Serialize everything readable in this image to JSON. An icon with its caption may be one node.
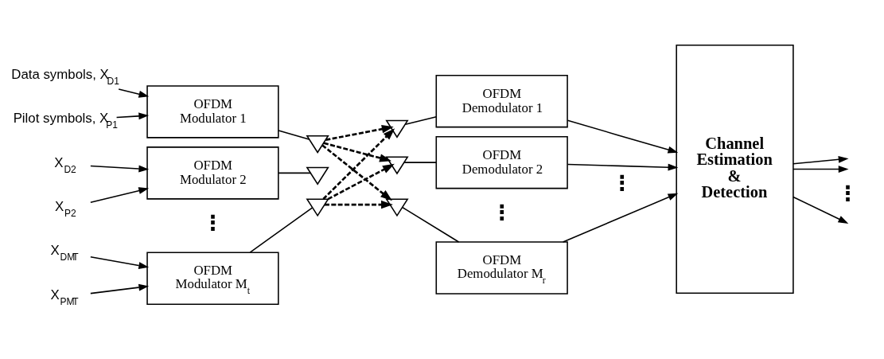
{
  "diagram": {
    "nodes": [
      {
        "text": [
          "Data symbols, X$_{D1}$"
        ]
      },
      {
        "text": [
          "Pilot symbols, X$_{P1}$"
        ]
      },
      {
        "text": [
          "OFDM Modulator 1"
        ]
      },
      {
        "text": [],
        "shape": "antenna"
      },
      {
        "text": [],
        "shape": "antenna"
      },
      {
        "text": [
          "OFDM Demodulator 1"
        ]
      },
      {
        "text": [
          "X$_{D2}$"
        ]
      },
      {
        "text": [
          "X$_{P2}$"
        ]
      },
      {
        "text": [
          "OFDM Modulator 2"
        ]
      },
      {
        "text": [],
        "shape": "antenna"
      },
      {
        "text": [],
        "shape": "antenna"
      },
      {
        "text": [
          "OFDM Demodulator 2"
        ]
      },
      {
        "text": [
          "X$_{DM}$$_{T}$"
        ]
      },
      {
        "text": [
          "X$_{PM}$$_{T}$"
        ]
      },
      {
        "text": [
          "OFDM Modulator M$_{t}$"
        ]
      },
      {
        "text": [],
        "shape": "antenna"
      },
      {
        "text": [],
        "shape": "antenna"
      },
      {
        "text": [
          "OFDM Demodulator M$_{r}$"
        ]
      },
      {
        "text": [
          "Channel Estimation & Detection"
        ]
      }
    ],
    "edges": [
      {
        "from": 0,
        "to": 2,
        "arrow": "to"
      },
      {
        "from": 1,
        "to": 2,
        "arrow": "to"
      },
      {
        "from": 2,
        "to": 3,
        "arrow": "none"
      },
      {
        "from": 6,
        "to": 8,
        "arrow": "to"
      },
      {
        "from": 7,
        "to": 8,
        "arrow": "to"
      },
      {
        "from": 8,
        "to": 9,
        "arrow": "none"
      },
      {
        "from": 12,
        "to": 14,
        "arrow": "to"
      },
      {
        "from": 13,
        "to": 14,
        "arrow": "to"
      },
      {
        "from": 14,
        "to": 15,
        "arrow": "none"
      },
      {
        "from": 3,
        "to": 4,
        "arrow": "to",
        "style": "dashed"
      },
      {
        "from": 3,
        "to": 10,
        "arrow": "to",
        "style": "dashed"
      },
      {
        "from": 3,
        "to": 16,
        "arrow": "to",
        "style": "dashed"
      },
      {
        "from": 15,
        "to": 4,
        "arrow": "to",
        "style": "dashed"
      },
      {
        "from": 15,
        "to": 10,
        "arrow": "to",
        "style": "dashed"
      },
      {
        "from": 15,
        "to": 16,
        "arrow": "to",
        "style": "dashed"
      },
      {
        "from": 4,
        "to": 5,
        "arrow": "none"
      },
      {
        "from": 10,
        "to": 11,
        "arrow": "none"
      },
      {
        "from": 16,
        "to": 17,
        "arrow": "none"
      },
      {
        "from": 5,
        "to": 18,
        "arrow": "to"
      },
      {
        "from": 11,
        "to": 18,
        "arrow": "to"
      },
      {
        "from": 17,
        "to": 18,
        "arrow": "to"
      },
      {
        "from": 18,
        "to": null,
        "arrow": "to"
      },
      {
        "from": 18,
        "to": null,
        "arrow": "to"
      },
      {
        "from": 18,
        "to": null,
        "arrow": "to"
      }
    ],
    "labels": [
      "⋮",
      "⋮",
      "⋮",
      "⋮"
    ]
  }
}
